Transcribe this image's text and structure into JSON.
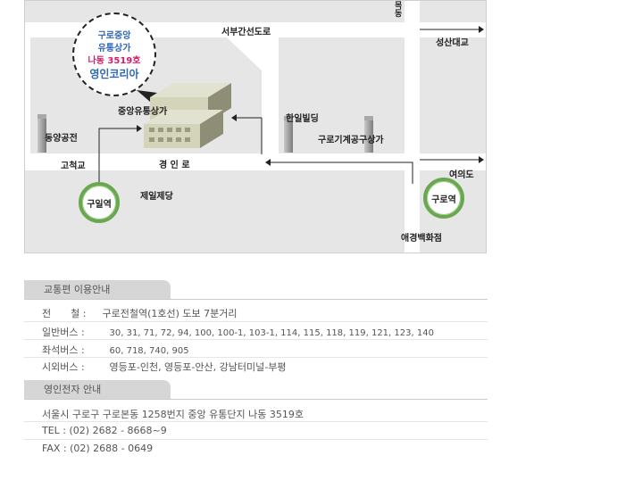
{
  "map": {
    "bubble": {
      "line1": "구로중앙",
      "line2": "유통상가",
      "line3": "나동 3519호",
      "line4": "영인코리아"
    },
    "labels": {
      "seobu": "서부간선도로",
      "seongsan": "성산대교",
      "mokdong": "목동",
      "jungang": "중앙유통상가",
      "hanil": "한일빌딩",
      "dongyang": "동양공전",
      "guroKigye": "구로기계공구상가",
      "gocheok": "고척교",
      "gyeongin": "경 인 로",
      "yeouido": "여의도",
      "jeil": "제일제당",
      "aekyung": "애경백화점"
    },
    "stations": {
      "guil": "구일역",
      "guro": "구로역"
    }
  },
  "traffic": {
    "title": "교통편 이용안내",
    "rows": [
      {
        "label": "전　　철 :",
        "value": "구로전철역(1호선) 도보 7분거리"
      },
      {
        "label": "일반버스 :",
        "value": "30, 31, 71, 72, 94, 100, 100-1, 103-1, 114, 115, 118, 119, 121, 123, 140"
      },
      {
        "label": "좌석버스 :",
        "value": "60, 718, 740, 905"
      },
      {
        "label": "시외버스 :",
        "value": "영등포-인천, 영등포-안산, 강남터미널-부평"
      }
    ]
  },
  "company": {
    "title": "영인전자 안내",
    "address": "서울시 구로구 구로본동 1258번지 중앙 유통단지 나동 3519호",
    "tel": "TEL : (02) 2682 - 8668~9",
    "fax": "FAX : (02) 2688 - 0649"
  }
}
